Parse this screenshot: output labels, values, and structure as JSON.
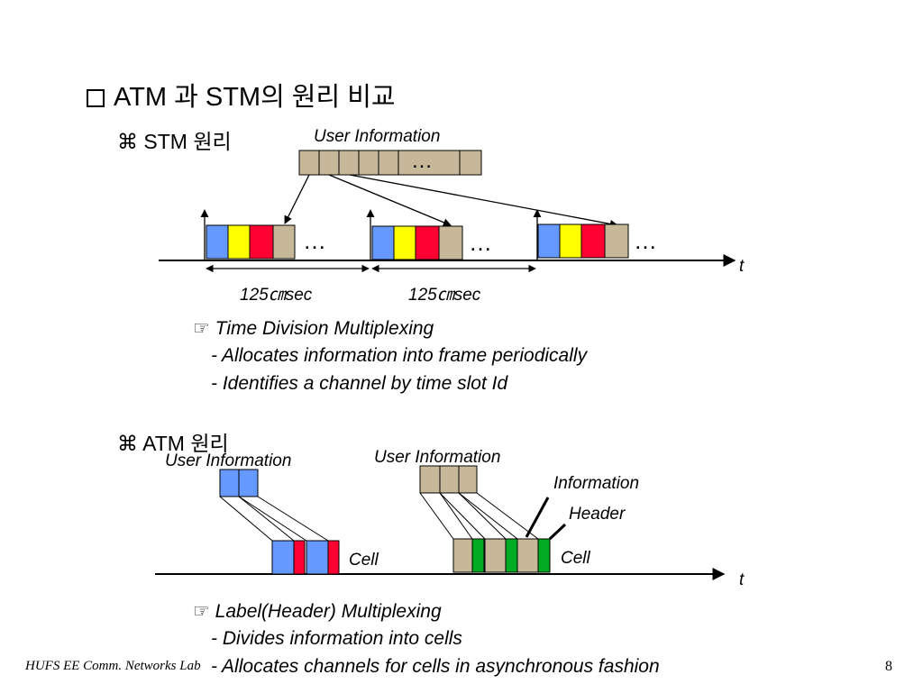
{
  "title": {
    "bullet_icon": "square-bullet-icon",
    "text": "ATM 과 STM의 원리 비교"
  },
  "stm": {
    "heading_bullet": "⌘",
    "heading": "STM 원리",
    "user_info_label": "User Information",
    "ellipsis": "…",
    "time_label": "t",
    "interval_labels": [
      "125㎝sec",
      "125㎝sec"
    ],
    "note_bullet": "☞",
    "note_lines": [
      "Time Division Multiplexing",
      "- Allocates information into frame periodically",
      "- Identifies a channel by time slot Id"
    ]
  },
  "atm": {
    "heading_bullet": "⌘",
    "heading": "ATM 원리",
    "user_info_label_1": "User Information",
    "user_info_label_2": "User Information",
    "information_label": "Information",
    "header_label": "Header",
    "cell_label_1": "Cell",
    "cell_label_2": "Cell",
    "time_label": "t",
    "note_bullet": "☞",
    "note_lines": [
      "Label(Header) Multiplexing",
      "- Divides information into cells",
      "- Allocates channels for cells in asynchronous fashion"
    ]
  },
  "footer": {
    "lab": "HUFS  EE  Comm. Networks Lab",
    "page": "8"
  },
  "colors": {
    "blue": "#6699ff",
    "yellow": "#ffff00",
    "red": "#ff0033",
    "tan": "#c8b89a",
    "green": "#00aa22"
  }
}
